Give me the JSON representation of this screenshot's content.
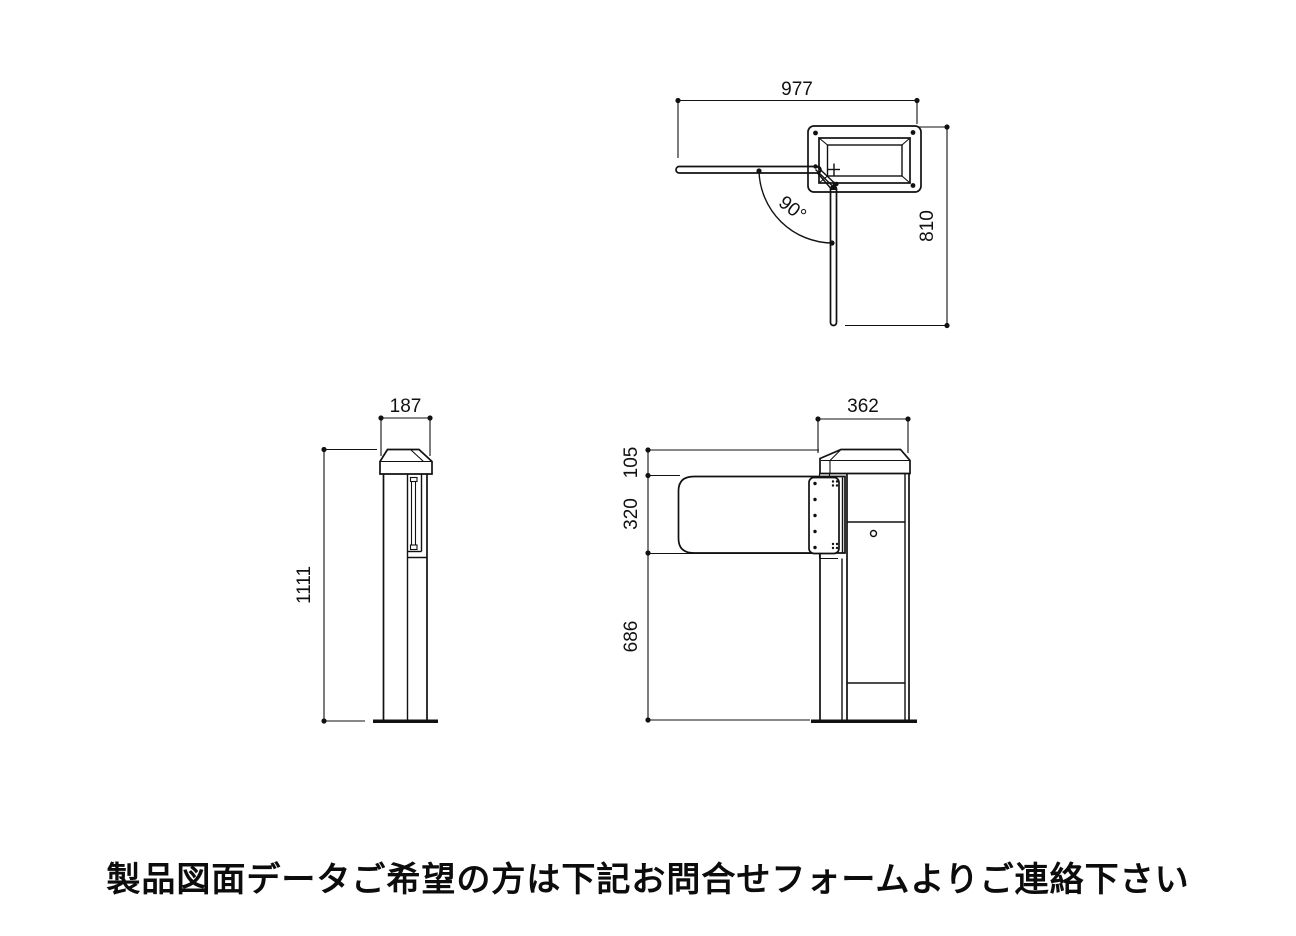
{
  "drawing": {
    "title": "flap-gate-pillar-technical-drawing",
    "background": "#ffffff",
    "line_color": "#111111",
    "top_view": {
      "width_dim": "977",
      "height_dim": "810",
      "angle_dim": "90°"
    },
    "side_view": {
      "width_dim": "187",
      "height_dim": "1111"
    },
    "front_view": {
      "width_dim": "362",
      "cap_height_dim": "105",
      "flap_height_dim": "320",
      "lower_height_dim": "686"
    }
  },
  "footer": {
    "note": "製品図面データご希望の方は下記お問合せフォームよりご連絡下さい"
  }
}
